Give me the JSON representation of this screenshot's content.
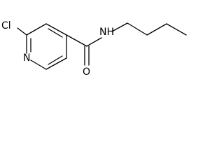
{
  "structure": {
    "atoms": {
      "chlorine": "Cl",
      "ring_nitrogen": "N",
      "amide_nitrogen": "NH",
      "carbonyl_oxygen": "O"
    }
  },
  "colors": {
    "bond": "#000000",
    "label": "#000000",
    "background": "#ffffff"
  }
}
